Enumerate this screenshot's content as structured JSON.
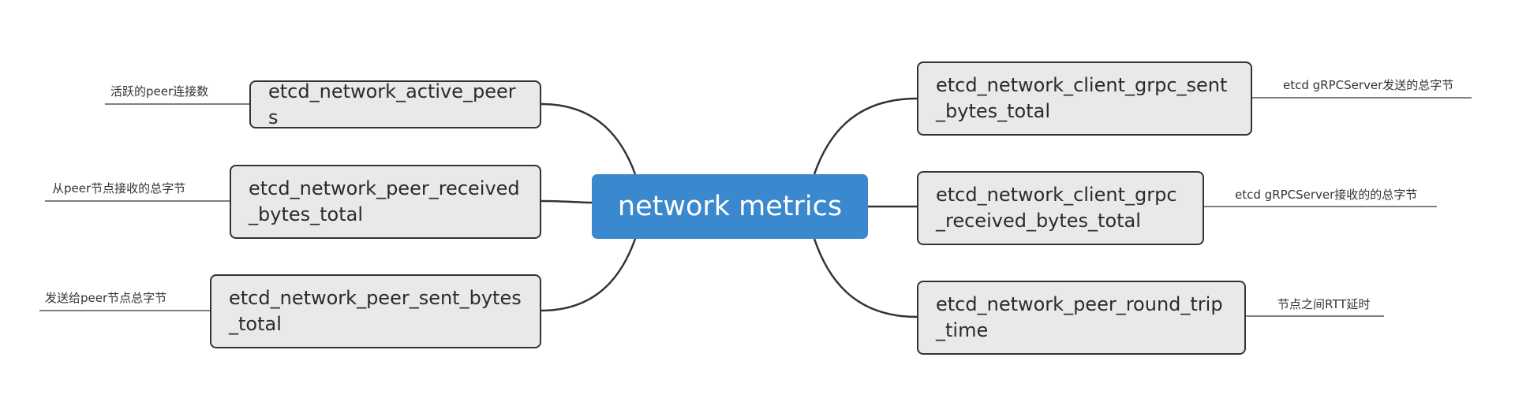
{
  "center": {
    "label": "network metrics"
  },
  "nodes": {
    "active_peers": {
      "label": "etcd_network_active_peers",
      "note": "活跃的peer连接数"
    },
    "peer_received": {
      "label": "etcd_network_peer_received_bytes_total",
      "note": "从peer节点接收的总字节"
    },
    "peer_sent": {
      "label": "etcd_network_peer_sent_bytes_total",
      "note": "发送给peer节点总字节"
    },
    "grpc_sent": {
      "label": "etcd_network_client_grpc_sent_bytes_total",
      "note": "etcd gRPCServer发送的总字节"
    },
    "grpc_received": {
      "label": "etcd_network_client_grpc_received_bytes_total",
      "note": "etcd gRPCServer接收的的总字节"
    },
    "round_trip": {
      "label": "etcd_network_peer_round_trip_time",
      "note": "节点之间RTT延时"
    }
  },
  "colors": {
    "center_fill": "#3a88cd",
    "node_fill": "#e9e9e9",
    "line": "#333333"
  }
}
